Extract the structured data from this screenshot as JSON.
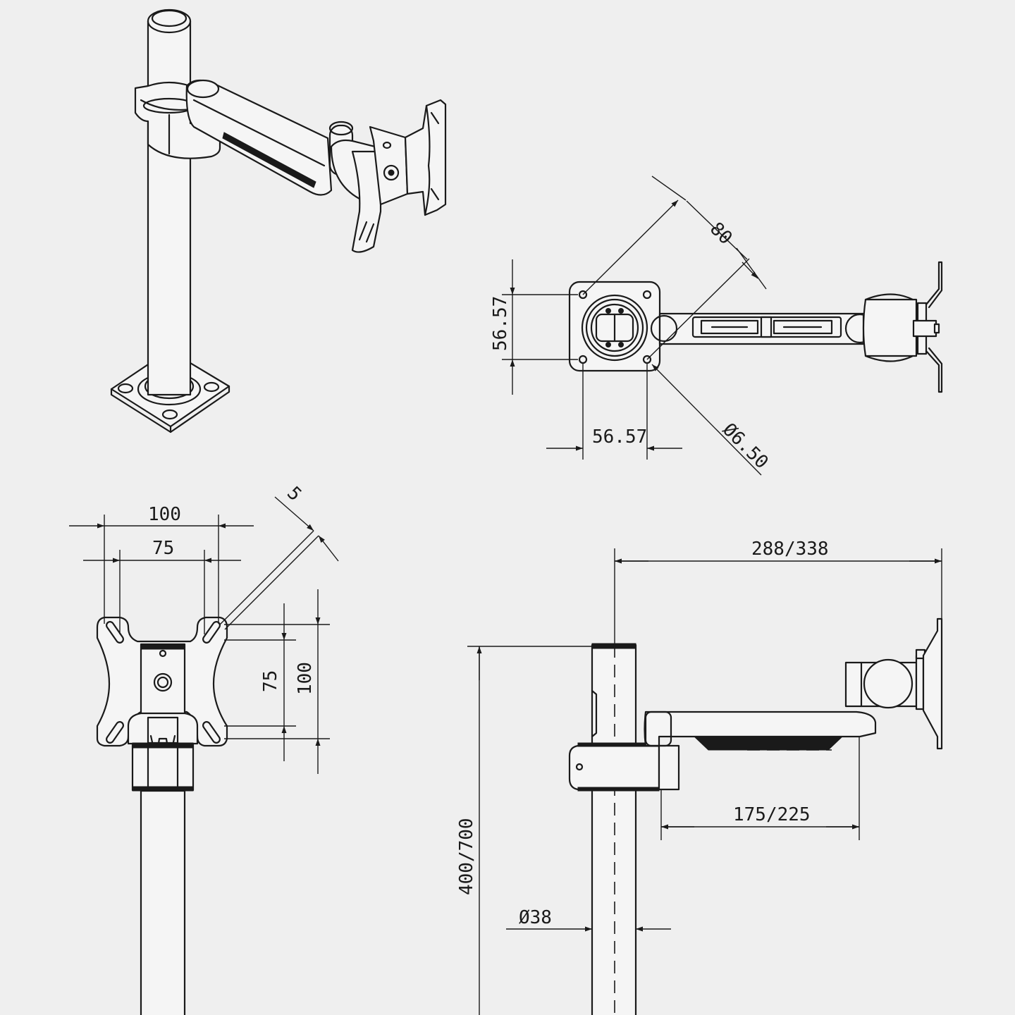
{
  "dimensions": {
    "top_right": {
      "diagonal": "80",
      "vertical": "56.57",
      "horizontal": "56.57",
      "hole_diameter": "Ø6.50"
    },
    "bottom_left": {
      "outer_width": "100",
      "inner_width": "75",
      "slot": "5",
      "inner_height": "75",
      "outer_height": "100"
    },
    "bottom_right": {
      "total_reach": "288/338",
      "arm_length": "175/225",
      "pole_height": "400/700",
      "pole_diameter": "Ø38"
    }
  },
  "colors": {
    "background": "#efefef",
    "line": "#1a1a1a"
  }
}
